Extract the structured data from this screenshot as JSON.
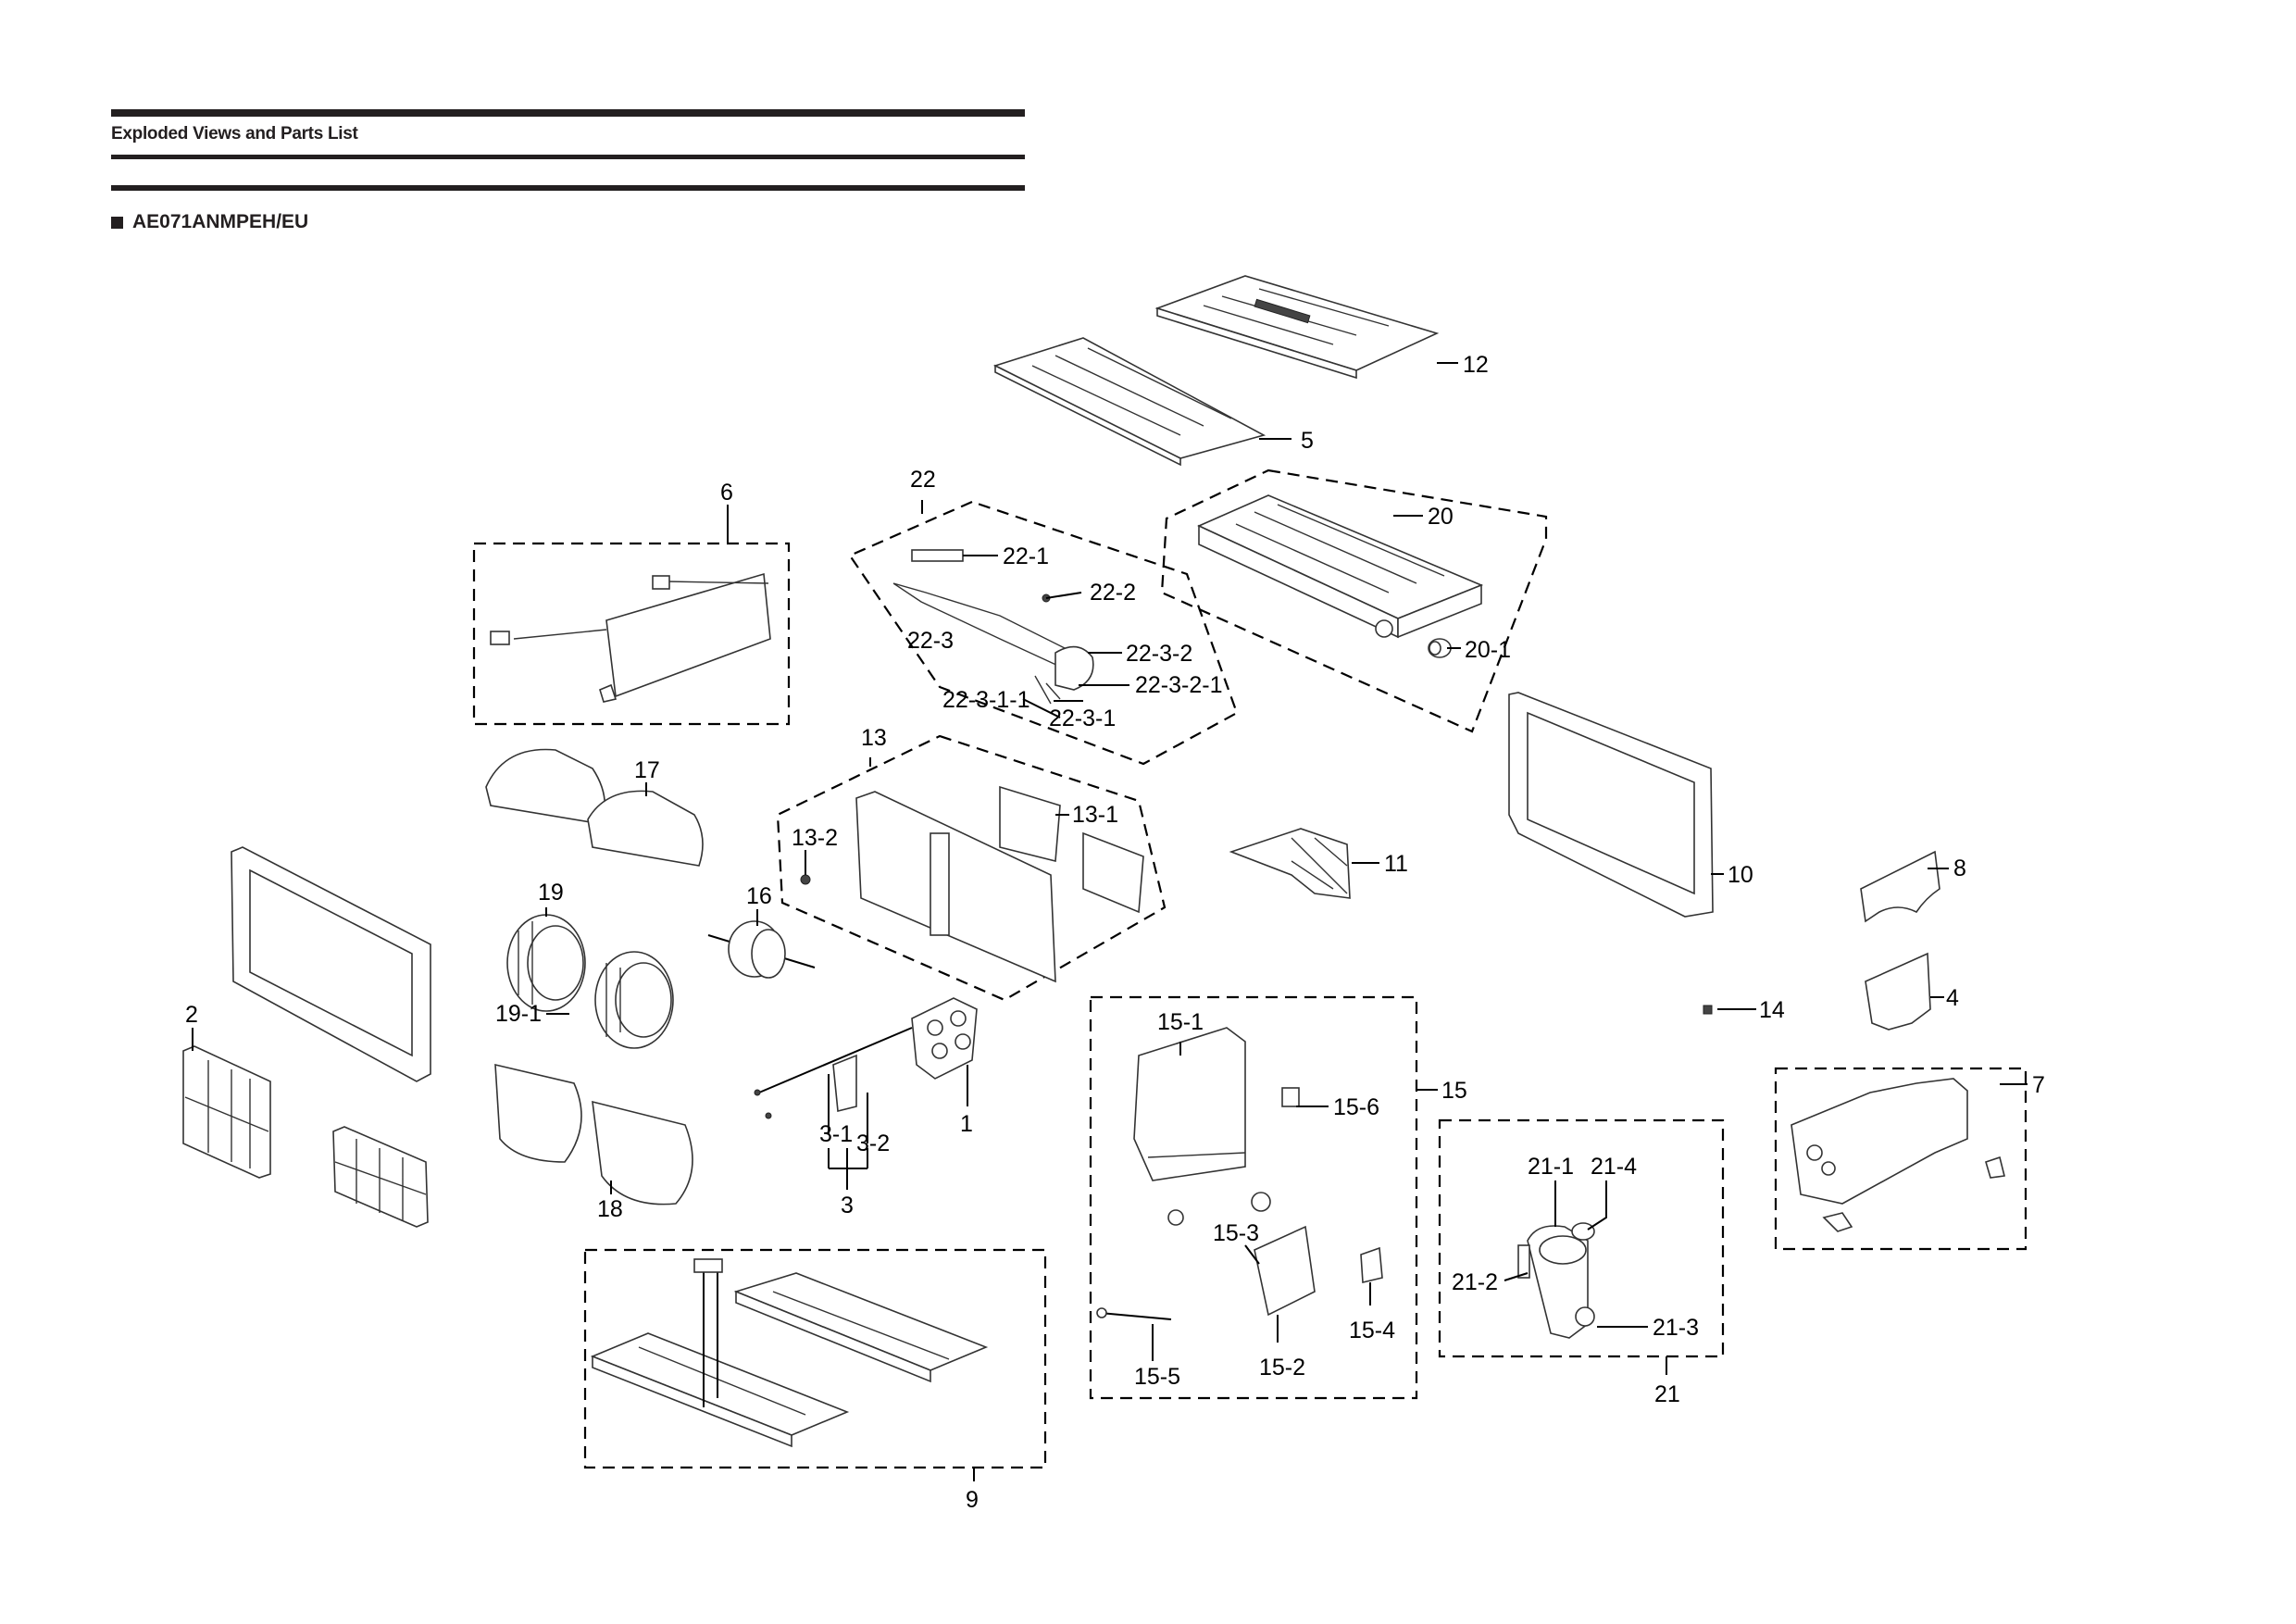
{
  "header": {
    "section_title": "Exploded Views and Parts List",
    "model": "AE071ANMPEH/EU"
  },
  "callouts": {
    "c1": "1",
    "c2": "2",
    "c3": "3",
    "c3_1": "3-1",
    "c3_2": "3-2",
    "c4": "4",
    "c5": "5",
    "c6": "6",
    "c7": "7",
    "c8": "8",
    "c9": "9",
    "c10": "10",
    "c11": "11",
    "c12": "12",
    "c13": "13",
    "c13_1": "13-1",
    "c13_2": "13-2",
    "c14": "14",
    "c15": "15",
    "c15_1": "15-1",
    "c15_2": "15-2",
    "c15_3": "15-3",
    "c15_4": "15-4",
    "c15_5": "15-5",
    "c15_6": "15-6",
    "c16": "16",
    "c17": "17",
    "c18": "18",
    "c19": "19",
    "c19_1": "19-1",
    "c20": "20",
    "c20_1": "20-1",
    "c21": "21",
    "c21_1": "21-1",
    "c21_2": "21-2",
    "c21_3": "21-3",
    "c21_4": "21-4",
    "c22": "22",
    "c22_1": "22-1",
    "c22_2": "22-2",
    "c22_3": "22-3",
    "c22_3_1": "22-3-1",
    "c22_3_1_1": "22-3-1-1",
    "c22_3_2": "22-3-2",
    "c22_3_2_1": "22-3-2-1"
  }
}
